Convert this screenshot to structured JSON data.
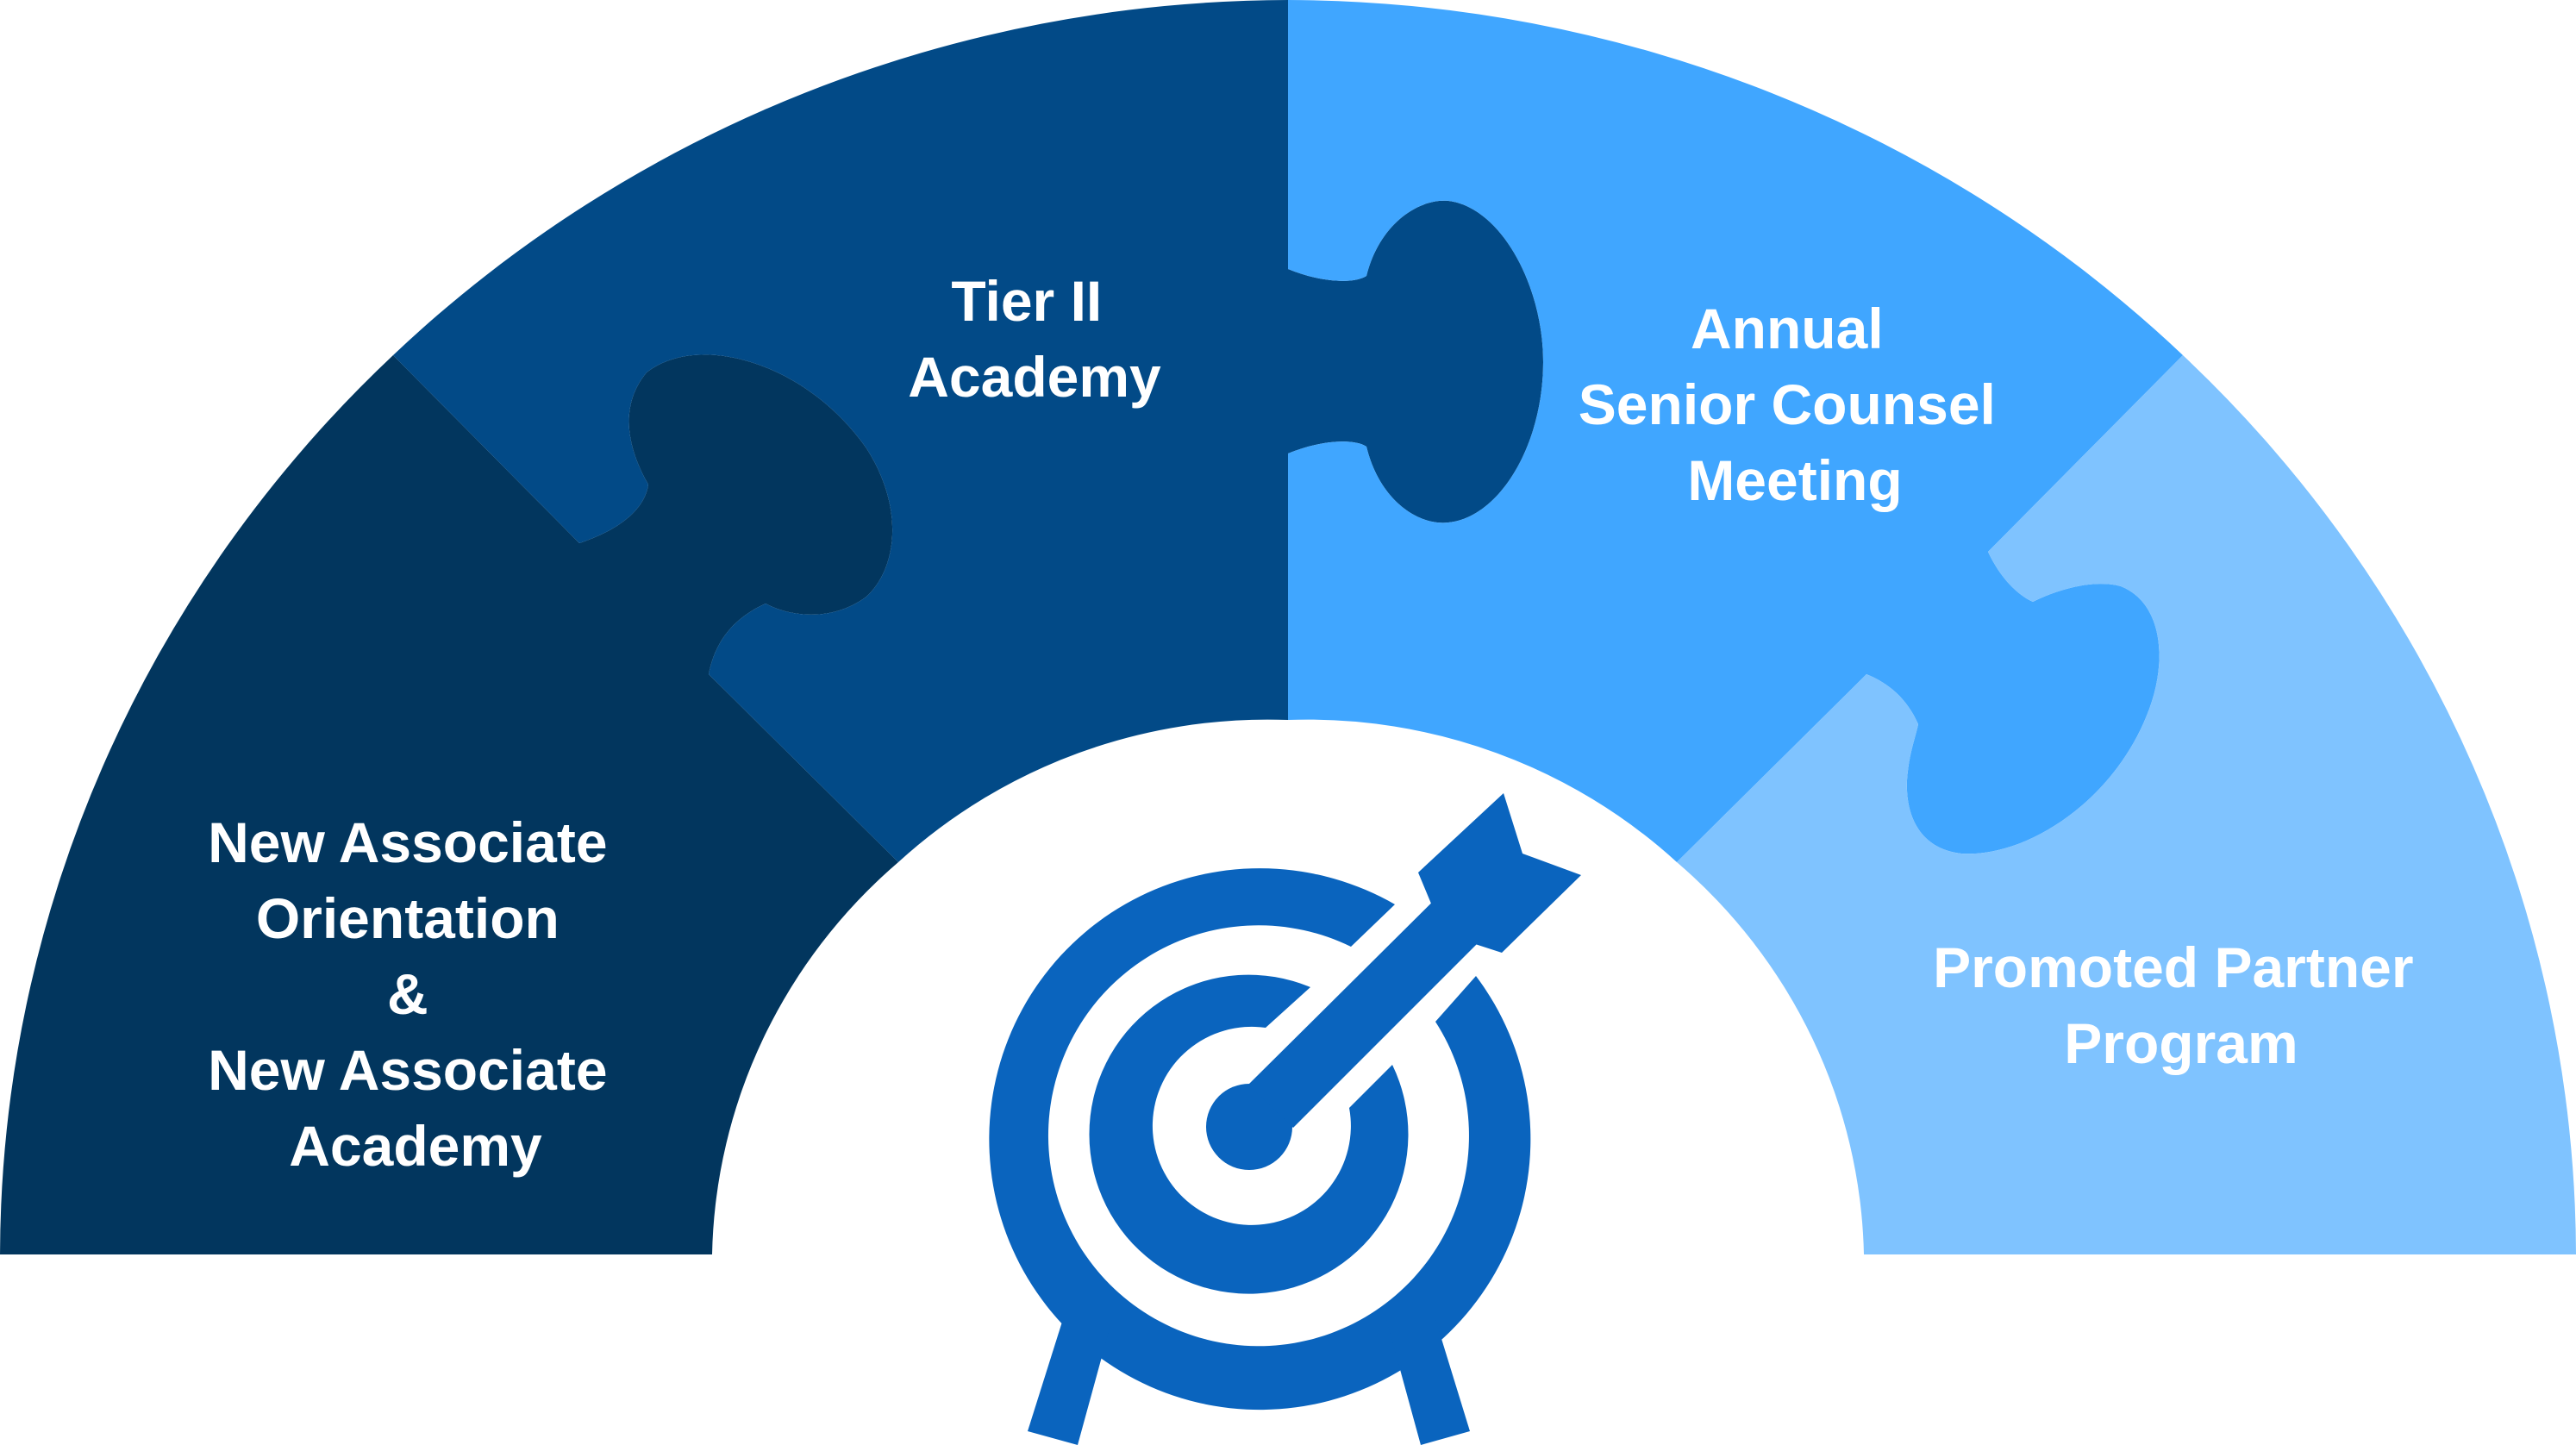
{
  "diagram": {
    "segments": [
      {
        "id": "new-associate",
        "color": "#02365E",
        "lines": [
          "New Associate",
          "Orientation",
          "&",
          "New Associate",
          "Academy"
        ]
      },
      {
        "id": "tier-ii",
        "color": "#024A87",
        "lines": [
          "Tier II",
          "Academy"
        ]
      },
      {
        "id": "annual-meeting",
        "color": "#40A6FF",
        "lines": [
          "Annual",
          "Senior Counsel",
          "Meeting"
        ]
      },
      {
        "id": "promoted-partner",
        "color": "#7FC3FF",
        "lines": [
          "Promoted Partner",
          "Program"
        ]
      }
    ],
    "center_icon": {
      "name": "target-with-arrow-icon",
      "color": "#0A64BE"
    }
  }
}
